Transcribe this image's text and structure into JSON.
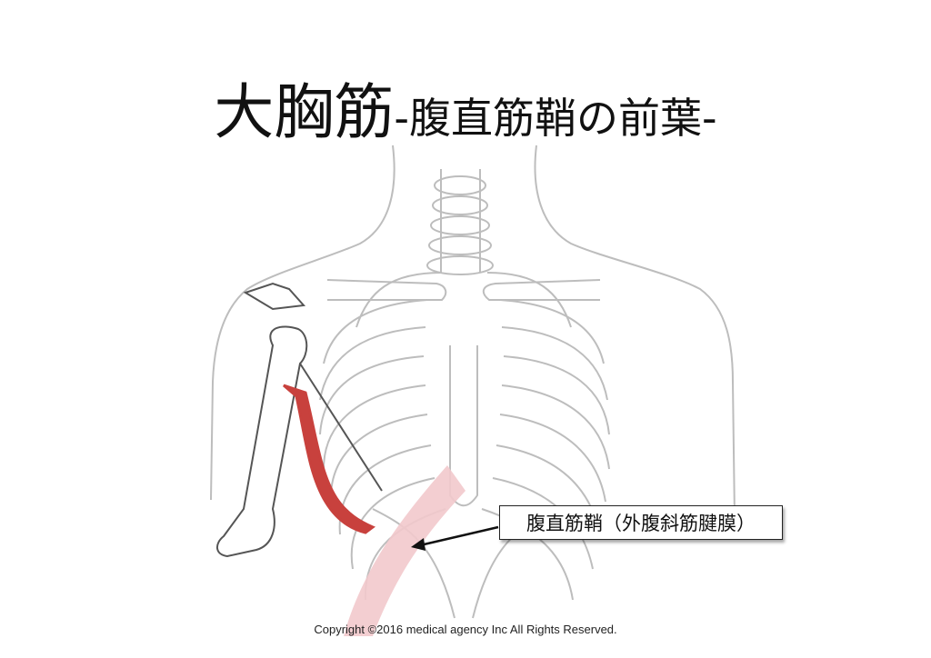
{
  "title": {
    "main": "大胸筋",
    "sub": "-腹直筋鞘の前葉-"
  },
  "callout": {
    "label": "腹直筋鞘（外腹斜筋腱膜）"
  },
  "footer": {
    "copyright": "Copyright ©2016 medical agency Inc All Rights Reserved."
  },
  "colors": {
    "outline": "#bdbdbd",
    "bone_outline": "#555555",
    "muscle": "#c8413d",
    "sheath": "#f2c9cc",
    "arrow": "#111111"
  }
}
